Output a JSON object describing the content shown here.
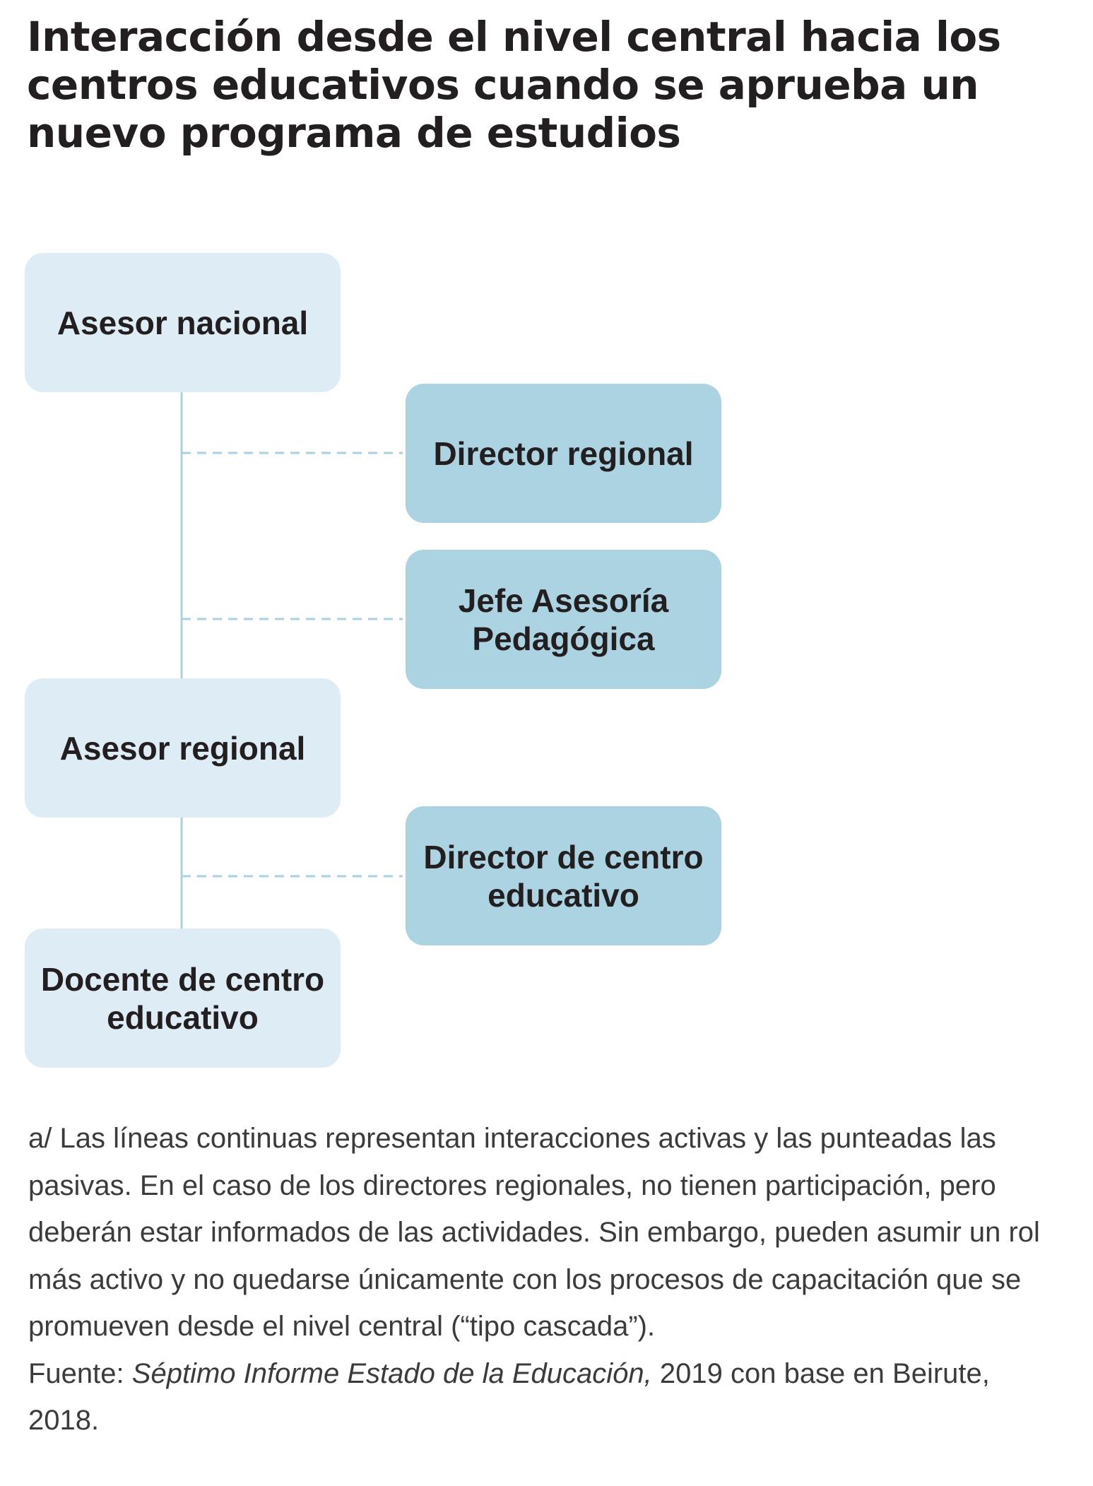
{
  "title": "Interacción desde el nivel central hacia los centros educativos cuando se aprueba un nuevo programa de estudios",
  "diagram": {
    "nodes": {
      "asesor_nacional": "Asesor nacional",
      "director_regional": "Director regional",
      "jefe_asesoria": "Jefe Asesoría Pedagógica",
      "asesor_regional": "Asesor regional",
      "director_centro": "Director de centro educativo",
      "docente_centro": "Docente de centro educativo"
    },
    "edges": [
      {
        "from": "asesor_nacional",
        "to": "asesor_regional",
        "style": "solid"
      },
      {
        "from": "asesor_nacional",
        "to": "director_regional",
        "style": "dashed"
      },
      {
        "from": "asesor_nacional",
        "to": "jefe_asesoria",
        "style": "dashed"
      },
      {
        "from": "asesor_regional",
        "to": "docente_centro",
        "style": "solid"
      },
      {
        "from": "asesor_regional",
        "to": "director_centro",
        "style": "dashed"
      }
    ],
    "colors": {
      "primary_box": "#deedf5",
      "secondary_box": "#abd3e2",
      "connector": "#a9d2e1"
    }
  },
  "note": {
    "text": "a/ Las líneas continuas representan interacciones activas y las punteadas las pasivas. En el caso de los directores regionales, no tienen participación, pero deberán estar informados de las actividades. Sin embargo, pueden asumir un rol más activo y no quedarse únicamente con los procesos de capacitación que se promueven desde el nivel central (“tipo cascada”).",
    "source_prefix": "Fuente: ",
    "source_title": "Séptimo Informe Estado de la Educación,",
    "source_suffix": " 2019 con base en Beirute, 2018."
  }
}
